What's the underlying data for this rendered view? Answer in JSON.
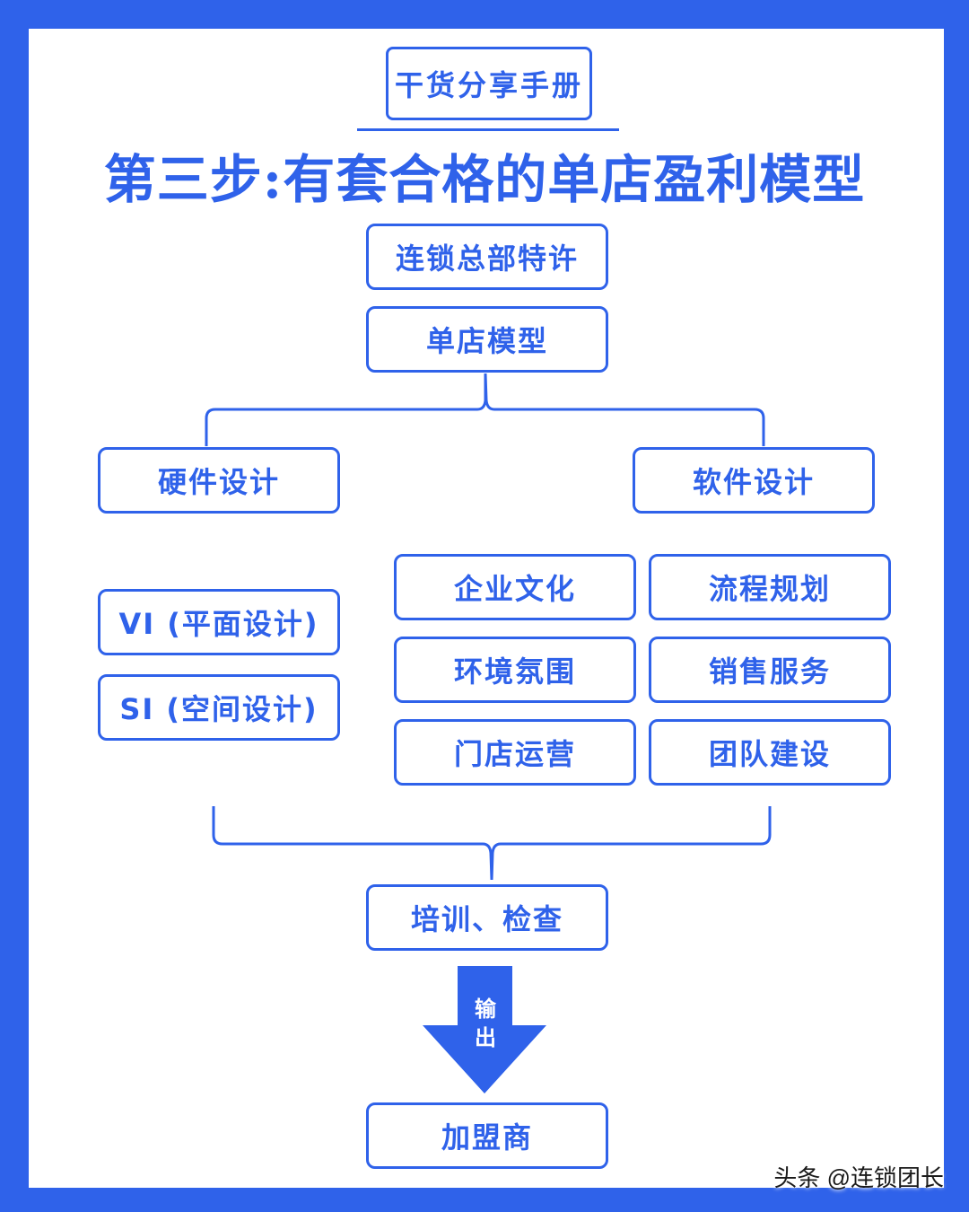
{
  "header": {
    "tag": "干货分享手册",
    "title": "第三步:有套合格的单店盈利模型"
  },
  "diagram": {
    "franchise": "连锁总部特许",
    "store_model": "单店模型",
    "hardware": "硬件设计",
    "software": "软件设计",
    "hardware_items": [
      "VI (平面设计)",
      "SI (空间设计)"
    ],
    "software_col1": [
      "企业文化",
      "环境氛围",
      "门店运营"
    ],
    "software_col2": [
      "流程规划",
      "销售服务",
      "团队建设"
    ],
    "training": "培训、检查",
    "output_label": "输出",
    "franchisee": "加盟商"
  },
  "colors": {
    "accent": "#2f62ea",
    "background": "#ffffff"
  },
  "watermark": "头条 @连锁团长"
}
